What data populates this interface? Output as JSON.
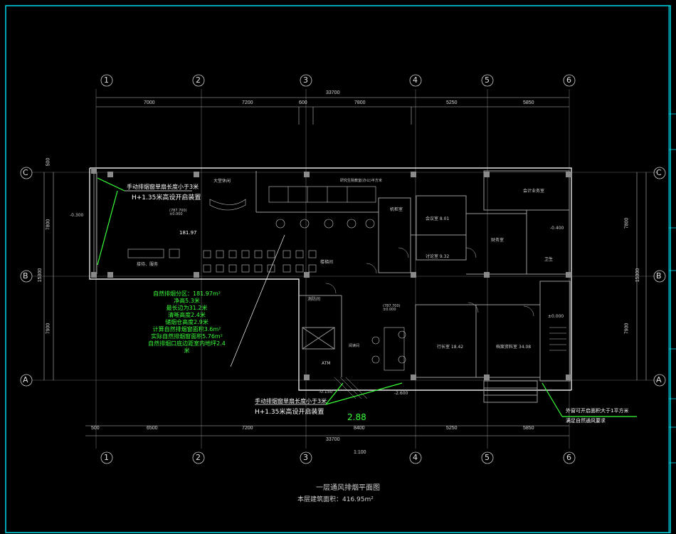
{
  "drawing": {
    "title": "一层通风排烟平面图",
    "subtitle": "本层建筑面积：416.95m²",
    "scale": "1:100"
  },
  "axes": {
    "columns": [
      "1",
      "2",
      "3",
      "4",
      "5",
      "6"
    ],
    "rows": [
      "A",
      "B",
      "C"
    ],
    "top_total": "33700",
    "top_segments": [
      "7000",
      "7200",
      "600",
      "7800",
      "5250",
      "5850"
    ],
    "bottom_total": "33700",
    "bottom_segments": [
      "500",
      "6500",
      "7200",
      "8400",
      "5250",
      "5850"
    ],
    "left_total": "15300",
    "left_segments": [
      "500",
      "7800",
      "7900"
    ],
    "right_total": "15300",
    "right_segments": [
      "7800",
      "7900"
    ]
  },
  "rooms": {
    "hall": "大堂休闲",
    "hall_area": "181.97",
    "hall_elev": "(787.700)\n±0.000",
    "reception": "接待、服务",
    "office_open": "研究生院教室(办公)平方米",
    "equipment": "机柜室",
    "meeting": "会议室 8.01",
    "meeting2": "讨论室 9.32",
    "finance": "财务室",
    "accounting": "会计业务室",
    "washroom": "卫生",
    "stair_hall": "楼梯间",
    "fire_room": "消防间",
    "lobby_elev": "(787.700)\n±0.000",
    "director": "行长室 18.42",
    "archives": "档案资料室 34.08",
    "reading": "阅读间",
    "atm": "ATM"
  },
  "notes": {
    "note_top_line1": "手动排烟窗单扇长度小于3米",
    "note_top_line2": "H+1.35米高设开启装置",
    "note_bottom_line1": "手动排烟窗单扇长度小于3米",
    "note_bottom_line2": "H+1.35米高设开启装置",
    "smoke_summary": [
      "自然排烟分区：181.97m²",
      "净高5.3米",
      "最长边为31.2米",
      "清晰高度2.4米",
      "储烟仓高度2.9米",
      "计算自然排烟窗面积3.6m²",
      "实际自然排烟窗面积5.76m²",
      "自然排烟口底边距室内地坪2.4米"
    ],
    "value_288": "2.88",
    "right_note_line1": "外窗可开启面积大于1平方米",
    "right_note_line2": "满足自然通风要求"
  },
  "levels": {
    "l1": "-0.300",
    "l2": "-0.150",
    "l3": "-2.600",
    "l4": "±0.000",
    "l5": "-0.400"
  }
}
